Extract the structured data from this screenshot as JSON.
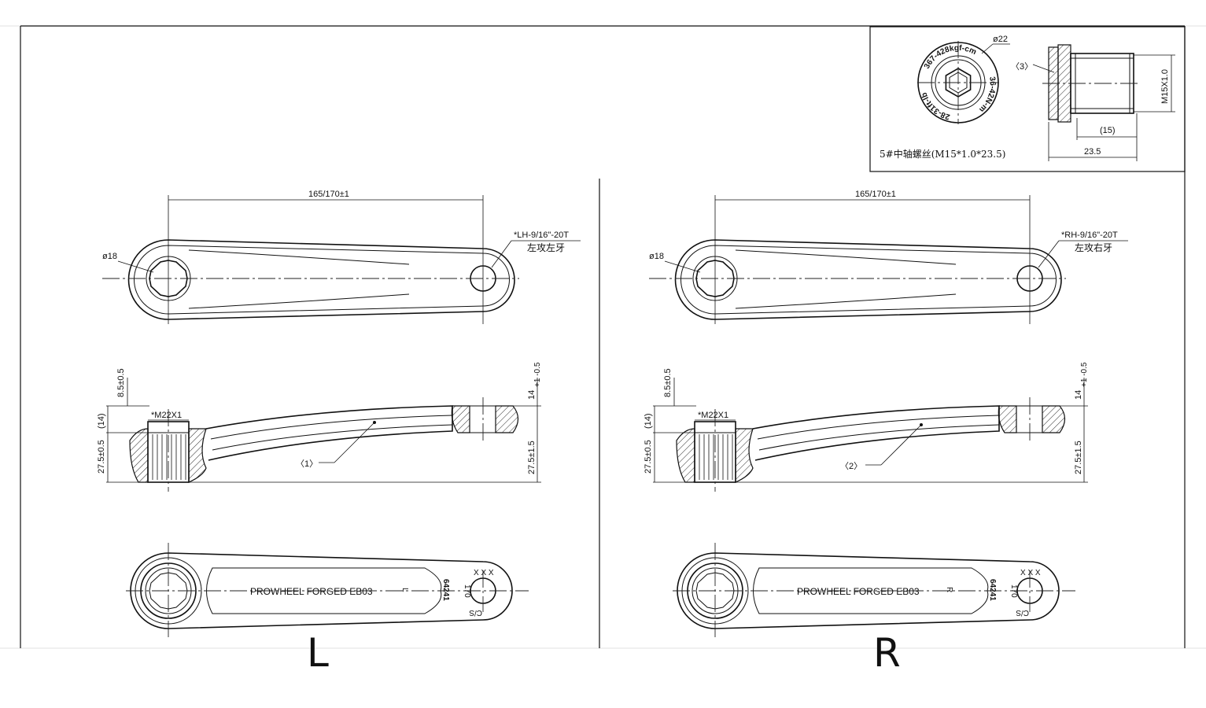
{
  "detail": {
    "diameter": "ø22",
    "torque_kgf": "367-428kgf-cm",
    "torque_nm": "36-42N-m",
    "torque_ftlb": "28-31ft-lb",
    "callout": "〈3〉",
    "thread": "M15X1.0",
    "len_ref": "(15)",
    "len": "23.5",
    "caption": "5#中轴螺丝(M15*1.0*23.5)"
  },
  "left": {
    "length": "165/170±1",
    "bore": "ø18",
    "pedal_thread": "*LH-9/16\"-20T",
    "pedal_note": "左攻左牙",
    "h_top": "8.5±0.5",
    "h_ref": "(14)",
    "h_low": "27.5±0.5",
    "spline": "*M22X1",
    "callout": "〈1〉",
    "pedal_h": "14",
    "pedal_tol": "+1 -0.5",
    "pedal_low": "27.5±1.5",
    "engraving": "PROWHEEL FORGED EB03",
    "side_mark": "L",
    "code": "64241",
    "size": "170",
    "stamp": "C/S",
    "xxx": "X X X",
    "label": "L"
  },
  "right": {
    "length": "165/170±1",
    "bore": "ø18",
    "pedal_thread": "*RH-9/16\"-20T",
    "pedal_note": "左攻右牙",
    "h_top": "8.5±0.5",
    "h_ref": "(14)",
    "h_low": "27.5±0.5",
    "spline": "*M22X1",
    "callout": "〈2〉",
    "pedal_h": "14",
    "pedal_tol": "+1 -0.5",
    "pedal_low": "27.5±1.5",
    "engraving": "PROWHEEL FORGED EB03",
    "side_mark": "R",
    "code": "64241",
    "size": "170",
    "stamp": "C/S",
    "xxx": "X X X",
    "label": "R"
  }
}
